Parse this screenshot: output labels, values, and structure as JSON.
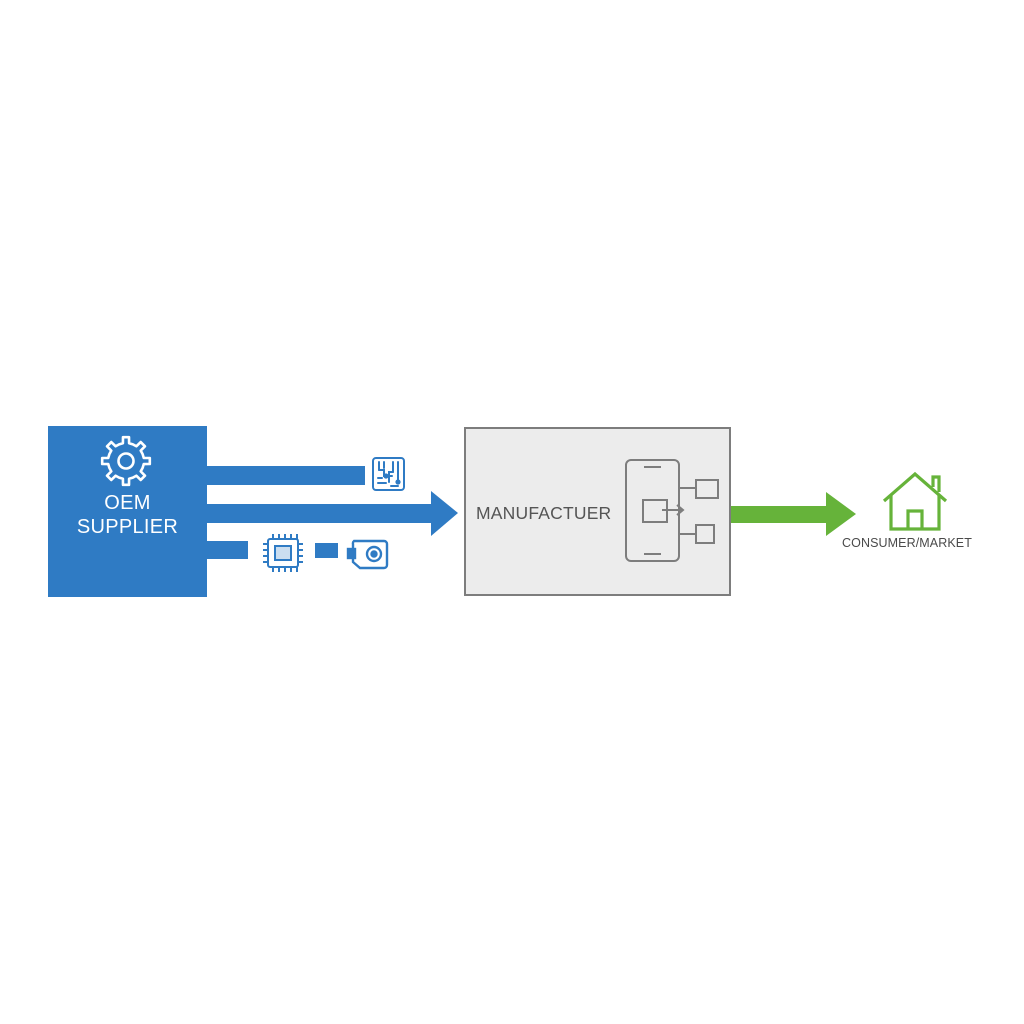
{
  "nodes": {
    "oem": {
      "line1": "OEM",
      "line2": "SUPPLIER",
      "icon": "gear-icon"
    },
    "manufacturer": {
      "label": "MANUFACTUER",
      "icon": "phone-assembly-icon"
    },
    "consumer": {
      "label": "CONSUMER/MARKET",
      "icon": "house-icon"
    }
  },
  "component_icons": [
    "circuit-board-icon",
    "microchip-icon",
    "camera-module-icon"
  ],
  "colors": {
    "oem_blue": "#2f7bc4",
    "flow_green": "#66b33a",
    "manufacturer_fill": "#ececec",
    "manufacturer_border": "#7d7d7d"
  }
}
